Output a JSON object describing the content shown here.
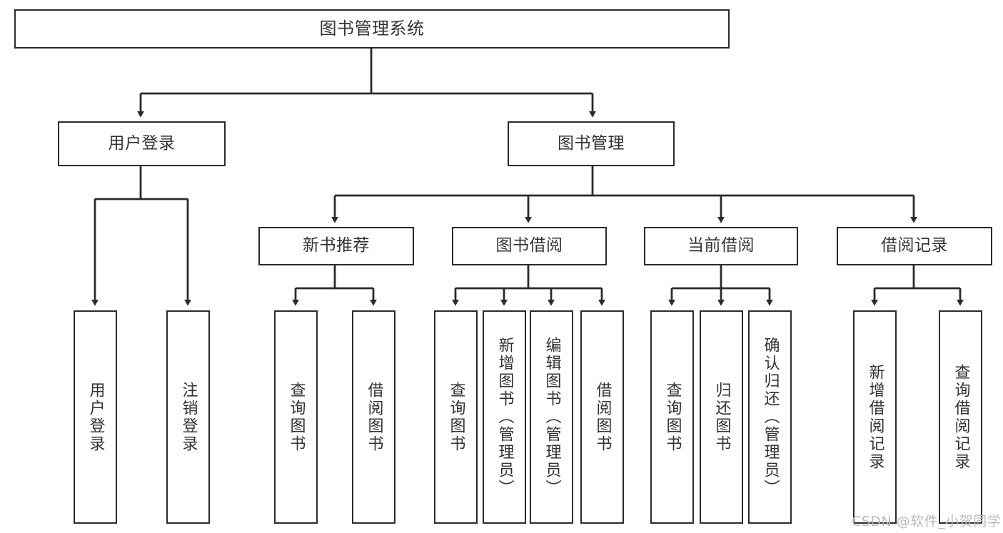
{
  "diagram": {
    "title": "图书管理系统",
    "type": "tree-hierarchy-chart",
    "line_color": "#2b2b2b",
    "box_fill": "#ffffff",
    "text_color": "#333333",
    "watermark_color": "#b9b9b9"
  },
  "watermark": {
    "text": "CSDN @软件_小贺同学"
  },
  "nodes": {
    "root": {
      "label": "图书管理系统"
    },
    "level2": [
      {
        "label": "用户登录"
      },
      {
        "label": "图书管理"
      }
    ],
    "level3": [
      {
        "label": "新书推荐"
      },
      {
        "label": "图书借阅"
      },
      {
        "label": "当前借阅"
      },
      {
        "label": "借阅记录"
      }
    ],
    "leaves_user_login": [
      {
        "label": "用户登录"
      },
      {
        "label": "注销登录"
      }
    ],
    "leaves_new_book": [
      {
        "label": "查询图书"
      },
      {
        "label": "借阅图书"
      }
    ],
    "leaves_borrow": [
      {
        "label": "查询图书"
      },
      {
        "label": "新增图书（管理员）"
      },
      {
        "label": "编辑图书（管理员）"
      },
      {
        "label": "借阅图书"
      }
    ],
    "leaves_current": [
      {
        "label": "查询图书"
      },
      {
        "label": "归还图书"
      },
      {
        "label": "确认归还（管理员）"
      }
    ],
    "leaves_record": [
      {
        "label": "新增借阅记录"
      },
      {
        "label": "查询借阅记录"
      }
    ]
  }
}
